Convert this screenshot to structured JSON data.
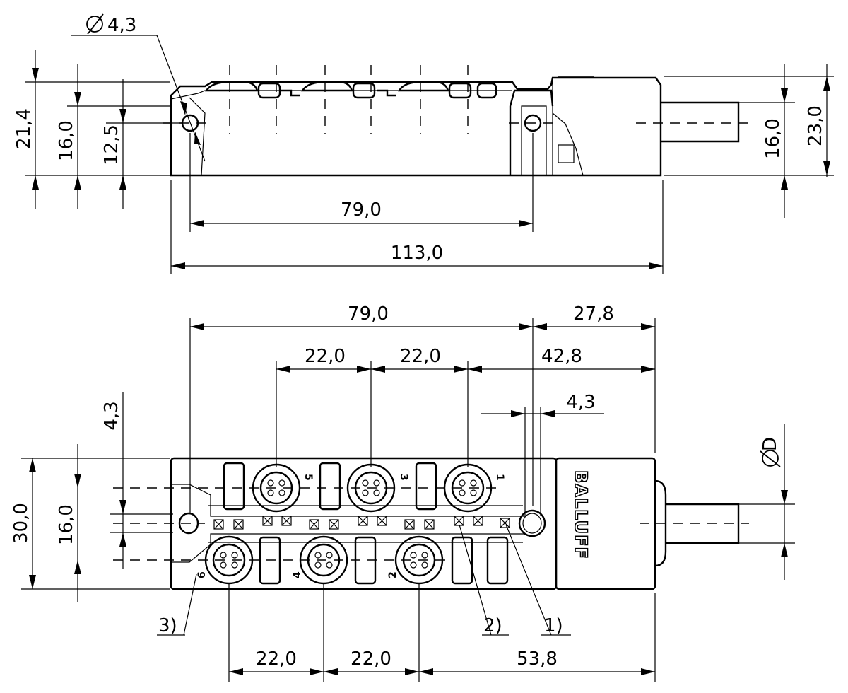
{
  "dimensions": {
    "side_hole_diameter": "4,3",
    "side_height_total": "21,4",
    "side_height_16": "16,0",
    "side_height_12": "12,5",
    "side_hole_spacing": "79,0",
    "side_total_length": "113,0",
    "side_cable_height": "16,0",
    "side_head_height": "23,0",
    "top_hole_spacing": "79,0",
    "top_head_length": "27,8",
    "top_pitch_a": "22,0",
    "top_pitch_b": "22,0",
    "top_offset_right": "42,8",
    "top_hole_width": "4,3",
    "top_vertical_43": "4,3",
    "top_width": "30,0",
    "top_row_spacing": "16,0",
    "cable_diameter": "D",
    "bottom_pitch_a": "22,0",
    "bottom_pitch_b": "22,0",
    "bottom_offset_right": "53,8"
  },
  "ports": {
    "top_row": [
      "5",
      "3",
      "1"
    ],
    "bottom_row": [
      "6",
      "4",
      "2"
    ]
  },
  "brand": "BALLUFF",
  "callouts": [
    "1)",
    "2)",
    "3)"
  ],
  "icons": {
    "diameter_symbol": "circle-slash",
    "connector": "m8-socket"
  }
}
